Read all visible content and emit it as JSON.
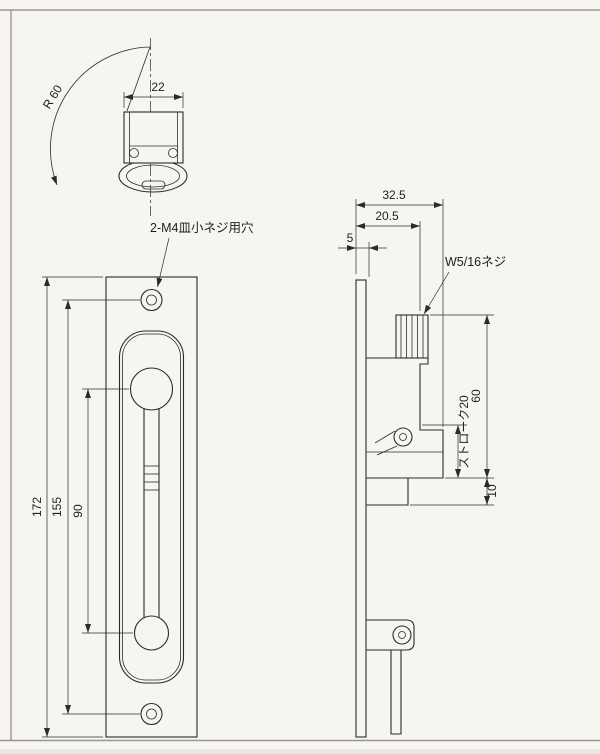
{
  "drawing": {
    "type": "technical-drawing",
    "subject": "flush-bolt door latch, three views with dimensions"
  },
  "labels": {
    "radius_note": "R 60",
    "top_width": "22",
    "screw_hole_note": "2-M4皿小ネジ用穴",
    "plate_height": "172",
    "hole_pitch": "155",
    "knob_travel_span": "90",
    "depth_total": "32.5",
    "depth_knob": "20.5",
    "plate_thickness": "5",
    "thread_note": "W5/16ネジ",
    "body_height": "60",
    "stroke_note": "ストローク20",
    "foot_height": "10"
  },
  "colors": {
    "line": "#2b2b2b",
    "paper": "#f7f5ef",
    "frame": "#9b988f"
  }
}
